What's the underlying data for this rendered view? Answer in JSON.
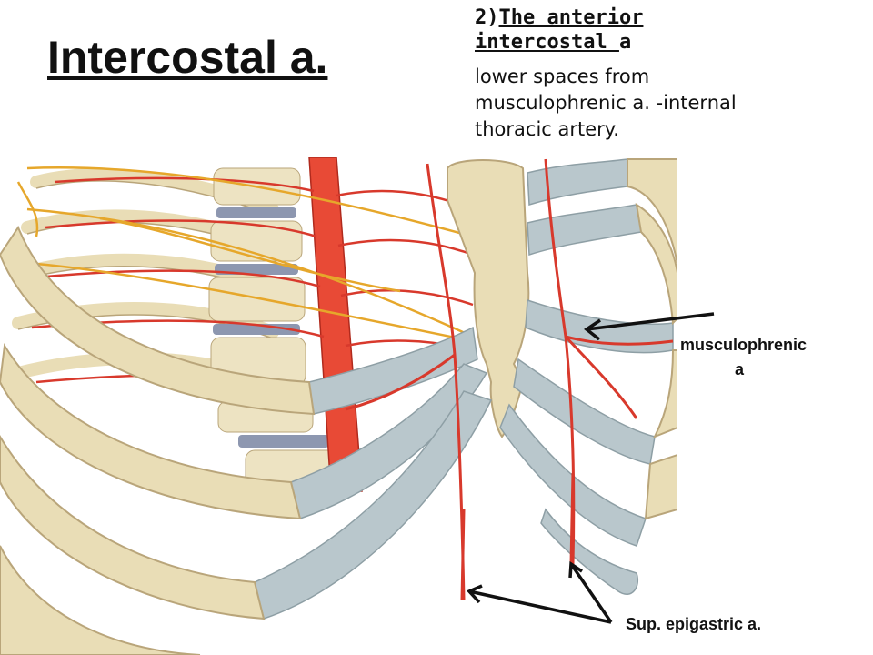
{
  "slide": {
    "title": "Intercostal a.",
    "heading_prefix": "2)",
    "heading_underlined": "The anterior intercostal ",
    "heading_suffix": "a",
    "description": "lower spaces from musculophrenic a. -internal thoracic artery."
  },
  "labels": {
    "musculophrenic_line1": "musculophrenic",
    "musculophrenic_line2": "a",
    "sup_epigastric": "Sup. epigastric a."
  },
  "colors": {
    "bone": "#e9ddb6",
    "cartilage": "#b9c7cc",
    "artery": "#d8392c",
    "nerve": "#e6a72b",
    "vertebra_disc": "#8d97b0"
  }
}
